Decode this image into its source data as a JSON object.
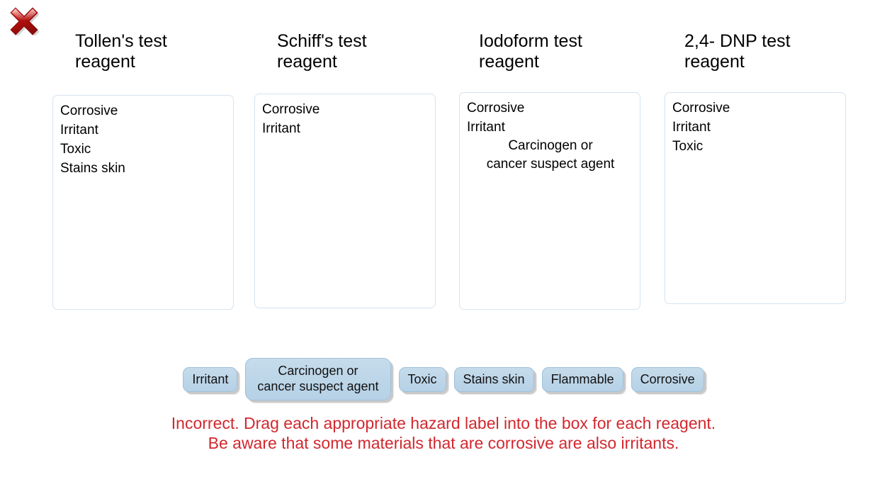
{
  "status": {
    "icon": "red-x-icon",
    "color": "#cc1111",
    "meaning": "incorrect"
  },
  "columns": [
    {
      "title": "Tollen's test\nreagent",
      "items": [
        {
          "text": "Corrosive",
          "multiline": false
        },
        {
          "text": "Irritant",
          "multiline": false
        },
        {
          "text": "Toxic",
          "multiline": false
        },
        {
          "text": "Stains skin",
          "multiline": false
        }
      ]
    },
    {
      "title": "Schiff's test\nreagent",
      "items": [
        {
          "text": "Corrosive",
          "multiline": false
        },
        {
          "text": "Irritant",
          "multiline": false
        }
      ]
    },
    {
      "title": "Iodoform test\nreagent",
      "items": [
        {
          "text": "Corrosive",
          "multiline": false
        },
        {
          "text": "Irritant",
          "multiline": false
        },
        {
          "text": "Carcinogen or\ncancer suspect agent",
          "multiline": true
        }
      ]
    },
    {
      "title": "2,4- DNP test\nreagent",
      "items": [
        {
          "text": "Corrosive",
          "multiline": false
        },
        {
          "text": "Irritant",
          "multiline": false
        },
        {
          "text": "Toxic",
          "multiline": false
        }
      ]
    }
  ],
  "chips": [
    {
      "label": "Irritant",
      "wide": false
    },
    {
      "label": "Carcinogen or\ncancer suspect agent",
      "wide": true
    },
    {
      "label": "Toxic",
      "wide": false
    },
    {
      "label": "Stains skin",
      "wide": false
    },
    {
      "label": "Flammable",
      "wide": false
    },
    {
      "label": "Corrosive",
      "wide": false
    }
  ],
  "feedback": {
    "text": "Incorrect. Drag each appropriate hazard label into the box for each reagent.\nBe aware that some materials that are corrosive are also irritants.",
    "color": "#d1282e"
  },
  "colors": {
    "chip_fill": "#bcd5e8",
    "chip_border": "#9fc0d8",
    "box_border": "#d6e3f0",
    "background": "#ffffff",
    "text": "#000000"
  }
}
